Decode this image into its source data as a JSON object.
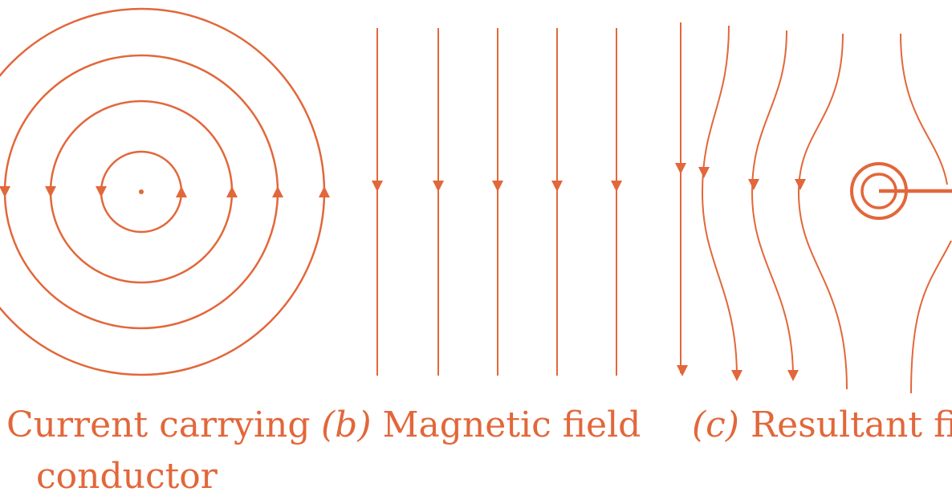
{
  "colors": {
    "ink": "#e2673a"
  },
  "captions": {
    "a_line1": "Current carrying",
    "a_line2": "conductor",
    "b_letter": "(b)",
    "b_text": "Magnetic field",
    "c_letter": "(c)",
    "c_text": "Resultant fi"
  },
  "panels": {
    "a": {
      "concentric_circles": 4,
      "arrows_left": "up-down",
      "center_dot": true
    },
    "b": {
      "field_lines": 5,
      "direction": "down"
    },
    "c": {
      "field_lines": 5,
      "direction": "down",
      "conductor_circle": true
    }
  }
}
